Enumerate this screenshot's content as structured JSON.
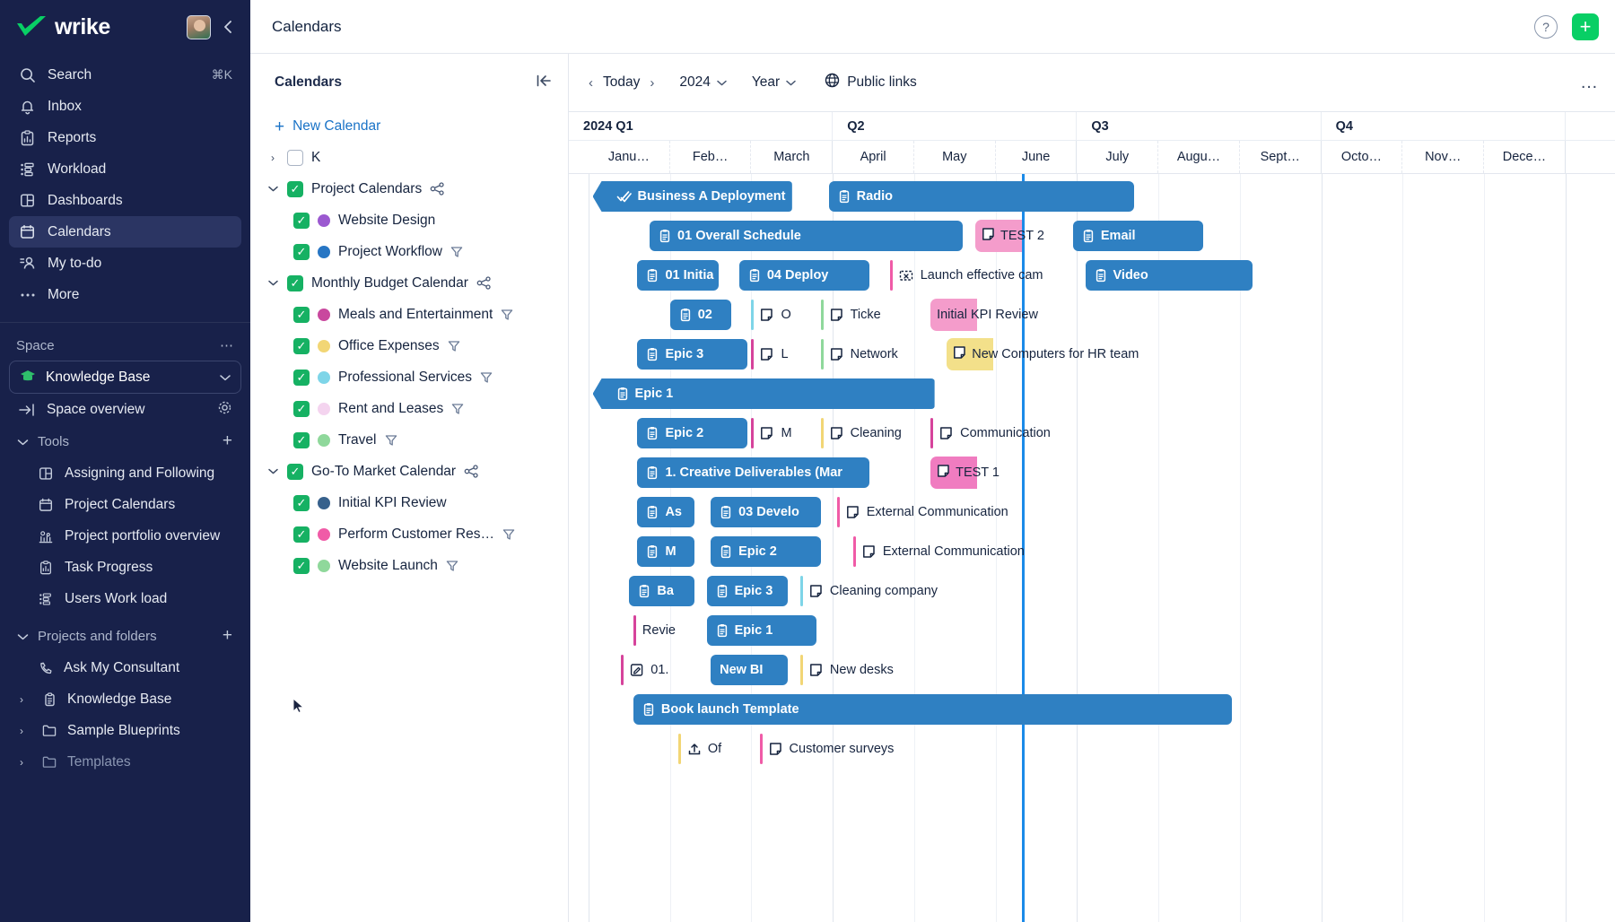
{
  "leftnav": {
    "brand": "wrike",
    "items": [
      {
        "label": "Search",
        "icon": "search-icon",
        "kbd": "⌘K"
      },
      {
        "label": "Inbox",
        "icon": "bell-icon",
        "kbd": ""
      },
      {
        "label": "Reports",
        "icon": "report-icon",
        "kbd": ""
      },
      {
        "label": "Workload",
        "icon": "workload-icon",
        "kbd": ""
      },
      {
        "label": "Dashboards",
        "icon": "dashboard-icon",
        "kbd": ""
      },
      {
        "label": "Calendars",
        "icon": "calendar-icon",
        "kbd": "",
        "active": true
      },
      {
        "label": "My to-do",
        "icon": "todo-icon",
        "kbd": ""
      },
      {
        "label": "More",
        "icon": "ellipsis-icon",
        "kbd": ""
      }
    ],
    "space_label": "Space",
    "space_name": "Knowledge Base",
    "space_overview": "Space overview",
    "tools_label": "Tools",
    "tools": [
      {
        "label": "Assigning and Following",
        "icon": "dashboard-icon"
      },
      {
        "label": "Project Calendars",
        "icon": "calendar-icon"
      },
      {
        "label": "Project portfolio overview",
        "icon": "portfolio-icon"
      },
      {
        "label": "Task Progress",
        "icon": "report-icon"
      },
      {
        "label": "Users Work load",
        "icon": "workload-icon"
      }
    ],
    "projects_label": "Projects and folders",
    "projects": [
      {
        "label": "Ask My Consultant",
        "icon": "phone-icon",
        "caret": false,
        "dim": false
      },
      {
        "label": "Knowledge Base",
        "icon": "doc-icon",
        "caret": true,
        "dim": false
      },
      {
        "label": "Sample Blueprints",
        "icon": "folder-icon",
        "caret": true,
        "dim": false
      },
      {
        "label": "Templates",
        "icon": "folder-icon",
        "caret": true,
        "dim": true
      }
    ]
  },
  "topbar": {
    "title": "Calendars",
    "help": "?",
    "add": "+"
  },
  "calpanel": {
    "title": "Calendars",
    "new_calendar": "New Calendar",
    "groups": [
      {
        "name": "K",
        "checked": false,
        "expanded": false,
        "share": false,
        "children": []
      },
      {
        "name": "Project Calendars",
        "checked": true,
        "expanded": true,
        "share": true,
        "children": [
          {
            "name": "Website Design",
            "color": "#9b59d0",
            "filter": false
          },
          {
            "name": "Project Workflow",
            "color": "#2776c4",
            "filter": true
          }
        ]
      },
      {
        "name": "Monthly Budget Calendar",
        "checked": true,
        "expanded": true,
        "share": true,
        "children": [
          {
            "name": "Meals and Entertainment",
            "color": "#c9489e",
            "filter": true
          },
          {
            "name": "Office Expenses",
            "color": "#f2d675",
            "filter": true
          },
          {
            "name": "Professional Services",
            "color": "#7ed5e8",
            "filter": true
          },
          {
            "name": "Rent and Leases",
            "color": "#f4d4ef",
            "filter": true
          },
          {
            "name": "Travel",
            "color": "#8fd89b",
            "filter": true
          }
        ]
      },
      {
        "name": "Go-To Market Calendar",
        "checked": true,
        "expanded": true,
        "share": true,
        "children": [
          {
            "name": "Initial KPI Review",
            "color": "#37618c",
            "filter": false
          },
          {
            "name": "Perform Customer Res…",
            "color": "#f05ba7",
            "filter": true
          },
          {
            "name": "Website Launch",
            "color": "#8fd89b",
            "filter": true
          }
        ]
      }
    ]
  },
  "gantt_toolbar": {
    "prev": "‹",
    "today": "Today",
    "next": "›",
    "year": "2024",
    "scale": "Year",
    "public_links": "Public links",
    "more": "…"
  },
  "chart_data": {
    "type": "gantt",
    "title": "Calendars — 2024 Year view",
    "axis_quarters": [
      "2024 Q1",
      "Q2",
      "Q3",
      "Q4"
    ],
    "axis_months": [
      "Janu…",
      "Feb…",
      "March",
      "April",
      "May",
      "June",
      "July",
      "Augu…",
      "Sept…",
      "Octo…",
      "Nov…",
      "Dece…"
    ],
    "today_marker_month": "June",
    "rows": [
      {
        "row": 1,
        "items": [
          {
            "kind": "summary",
            "label": "Business A Deployment",
            "icon": "check-doc-icon",
            "start_month": 0.05,
            "end_month": 2.5,
            "color": "#2f80c2"
          },
          {
            "kind": "bar",
            "label": "Radio",
            "icon": "doc-icon",
            "start_month": 2.95,
            "end_month": 6.7,
            "color": "#2f80c2"
          }
        ]
      },
      {
        "row": 2,
        "items": [
          {
            "kind": "bar",
            "label": "01 Overall Schedule",
            "icon": "doc-icon",
            "start_month": 0.75,
            "end_month": 4.6,
            "color": "#2f80c2"
          },
          {
            "kind": "chip",
            "label": "TEST 2",
            "icon": "note-icon",
            "start_month": 4.75,
            "color": "#f49ccb"
          },
          {
            "kind": "bar",
            "label": "Email",
            "icon": "doc-icon",
            "start_month": 5.95,
            "end_month": 7.55,
            "color": "#2f80c2"
          }
        ]
      },
      {
        "row": 3,
        "items": [
          {
            "kind": "bar",
            "label": "01 Initia",
            "icon": "doc-icon",
            "start_month": 0.6,
            "end_month": 1.6,
            "color": "#2f80c2"
          },
          {
            "kind": "bar",
            "label": "04 Deploy",
            "icon": "doc-icon",
            "start_month": 1.85,
            "end_month": 3.45,
            "color": "#2f80c2"
          },
          {
            "kind": "event",
            "label": "Launch effective cam",
            "icon": "flag-icon",
            "start_month": 3.7,
            "stripe": "#f05ba7"
          },
          {
            "kind": "bar",
            "label": "Video",
            "icon": "doc-icon",
            "start_month": 6.1,
            "end_month": 8.15,
            "color": "#2f80c2"
          }
        ]
      },
      {
        "row": 4,
        "items": [
          {
            "kind": "bar",
            "label": "02",
            "icon": "doc-icon",
            "start_month": 1.0,
            "end_month": 1.75,
            "color": "#2f80c2"
          },
          {
            "kind": "event",
            "label": "O",
            "icon": "note-icon",
            "start_month": 2.0,
            "stripe": "#7ed5e8"
          },
          {
            "kind": "event",
            "label": "Ticke",
            "icon": "note-icon",
            "start_month": 2.85,
            "stripe": "#8fd89b"
          },
          {
            "kind": "chip",
            "label": "Initial KPI Review",
            "icon": "",
            "start_month": 4.2,
            "color": "#f49ccb"
          }
        ]
      },
      {
        "row": 5,
        "items": [
          {
            "kind": "bar",
            "label": "Epic 3",
            "icon": "doc-icon",
            "start_month": 0.6,
            "end_month": 1.95,
            "color": "#2f80c2"
          },
          {
            "kind": "event",
            "label": "L",
            "icon": "note-icon",
            "start_month": 2.0,
            "stripe": "#d6439b"
          },
          {
            "kind": "event",
            "label": "Network",
            "icon": "note-icon",
            "start_month": 2.85,
            "stripe": "#8fd89b"
          },
          {
            "kind": "chip",
            "label": "New Computers for HR team",
            "icon": "note-icon",
            "start_month": 4.4,
            "color": "#f3e08a"
          }
        ]
      },
      {
        "row": 6,
        "items": [
          {
            "kind": "summary",
            "label": "Epic 1",
            "icon": "doc-icon",
            "start_month": 0.05,
            "end_month": 4.25,
            "color": "#2f80c2"
          }
        ]
      },
      {
        "row": 7,
        "items": [
          {
            "kind": "bar",
            "label": "Epic 2",
            "icon": "doc-icon",
            "start_month": 0.6,
            "end_month": 1.95,
            "color": "#2f80c2"
          },
          {
            "kind": "event",
            "label": "M",
            "icon": "note-icon",
            "start_month": 2.0,
            "stripe": "#d6439b"
          },
          {
            "kind": "event",
            "label": "Cleaning",
            "icon": "note-icon",
            "start_month": 2.85,
            "stripe": "#f2d675"
          },
          {
            "kind": "event",
            "label": "Communication",
            "icon": "note-icon",
            "start_month": 4.2,
            "stripe": "#d6439b"
          }
        ]
      },
      {
        "row": 8,
        "items": [
          {
            "kind": "bar",
            "label": "1. Creative Deliverables (Mar",
            "icon": "doc-icon",
            "start_month": 0.6,
            "end_month": 3.45,
            "color": "#2f80c2"
          },
          {
            "kind": "chip",
            "label": "TEST 1",
            "icon": "note-icon",
            "start_month": 4.2,
            "color": "#f07cc0"
          }
        ]
      },
      {
        "row": 9,
        "items": [
          {
            "kind": "bar",
            "label": "As",
            "icon": "doc-icon",
            "start_month": 0.6,
            "end_month": 1.3,
            "color": "#2f80c2"
          },
          {
            "kind": "bar",
            "label": "03 Develo",
            "icon": "doc-icon",
            "start_month": 1.5,
            "end_month": 2.85,
            "color": "#2f80c2"
          },
          {
            "kind": "event",
            "label": "External Communication",
            "icon": "note-icon",
            "start_month": 3.05,
            "stripe": "#f05ba7"
          }
        ]
      },
      {
        "row": 10,
        "items": [
          {
            "kind": "bar",
            "label": "M",
            "icon": "doc-icon",
            "start_month": 0.6,
            "end_month": 1.3,
            "color": "#2f80c2"
          },
          {
            "kind": "bar",
            "label": "Epic 2",
            "icon": "doc-icon",
            "start_month": 1.5,
            "end_month": 2.85,
            "color": "#2f80c2"
          },
          {
            "kind": "event",
            "label": "External Communication",
            "icon": "note-icon",
            "start_month": 3.25,
            "stripe": "#f05ba7"
          }
        ]
      },
      {
        "row": 11,
        "items": [
          {
            "kind": "bar",
            "label": "Ba",
            "icon": "doc-icon",
            "start_month": 0.5,
            "end_month": 1.3,
            "color": "#2f80c2"
          },
          {
            "kind": "bar",
            "label": "Epic 3",
            "icon": "doc-icon",
            "start_month": 1.45,
            "end_month": 2.45,
            "color": "#2f80c2"
          },
          {
            "kind": "event",
            "label": "Cleaning company",
            "icon": "note-icon",
            "start_month": 2.6,
            "stripe": "#7ed5e8"
          }
        ]
      },
      {
        "row": 12,
        "items": [
          {
            "kind": "event",
            "label": "Revie",
            "icon": "",
            "start_month": 0.55,
            "stripe": "#d6439b"
          },
          {
            "kind": "bar",
            "label": "Epic 1",
            "icon": "doc-icon",
            "start_month": 1.45,
            "end_month": 2.8,
            "color": "#2f80c2"
          }
        ]
      },
      {
        "row": 13,
        "items": [
          {
            "kind": "event",
            "label": "01.",
            "icon": "edit-icon",
            "start_month": 0.4,
            "stripe": "#d6439b"
          },
          {
            "kind": "bar",
            "label": "New BI",
            "icon": "",
            "start_month": 1.5,
            "end_month": 2.45,
            "color": "#2f80c2"
          },
          {
            "kind": "event",
            "label": "New desks",
            "icon": "note-icon",
            "start_month": 2.6,
            "stripe": "#f2d675"
          }
        ]
      },
      {
        "row": 14,
        "items": [
          {
            "kind": "bar",
            "label": "Book launch Template",
            "icon": "doc-icon",
            "start_month": 0.55,
            "end_month": 7.9,
            "color": "#2f80c2"
          }
        ]
      },
      {
        "row": 15,
        "items": [
          {
            "kind": "event",
            "label": "Of",
            "icon": "upload-icon",
            "start_month": 1.1,
            "stripe": "#f2d675"
          },
          {
            "kind": "event",
            "label": "Customer surveys",
            "icon": "note-icon",
            "start_month": 2.1,
            "stripe": "#f05ba7"
          }
        ]
      }
    ]
  }
}
